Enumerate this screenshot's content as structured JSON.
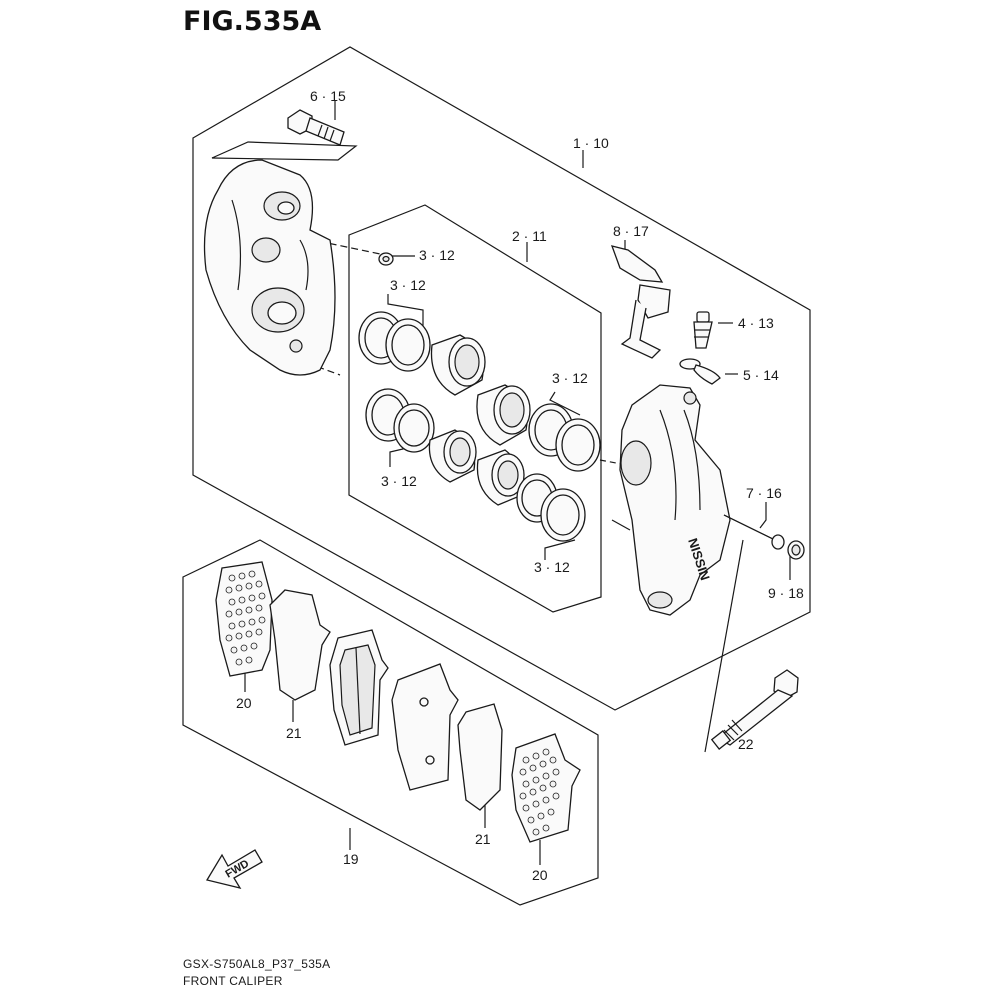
{
  "figure": {
    "title": "FIG.535A",
    "model_code": "GSX-S750AL8_P37_535A",
    "caption": "FRONT CALIPER"
  },
  "callouts": {
    "c_6_15": "6 · 15",
    "c_1_10": "1 · 10",
    "c_2_11": "2 · 11",
    "c_3_12_top": "3 · 12",
    "c_3_12_a": "3 · 12",
    "c_3_12_b": "3 · 12",
    "c_3_12_c": "3 · 12",
    "c_3_12_d": "3 · 12",
    "c_8_17": "8 · 17",
    "c_4_13": "4 · 13",
    "c_5_14": "5 · 14",
    "c_7_16": "7 · 16",
    "c_9_18": "9 · 18",
    "c_20_a": "20",
    "c_21_a": "21",
    "c_21_b": "21",
    "c_20_b": "20",
    "c_19": "19",
    "c_22": "22"
  },
  "fwd_arrow": {
    "label": "FWD"
  }
}
